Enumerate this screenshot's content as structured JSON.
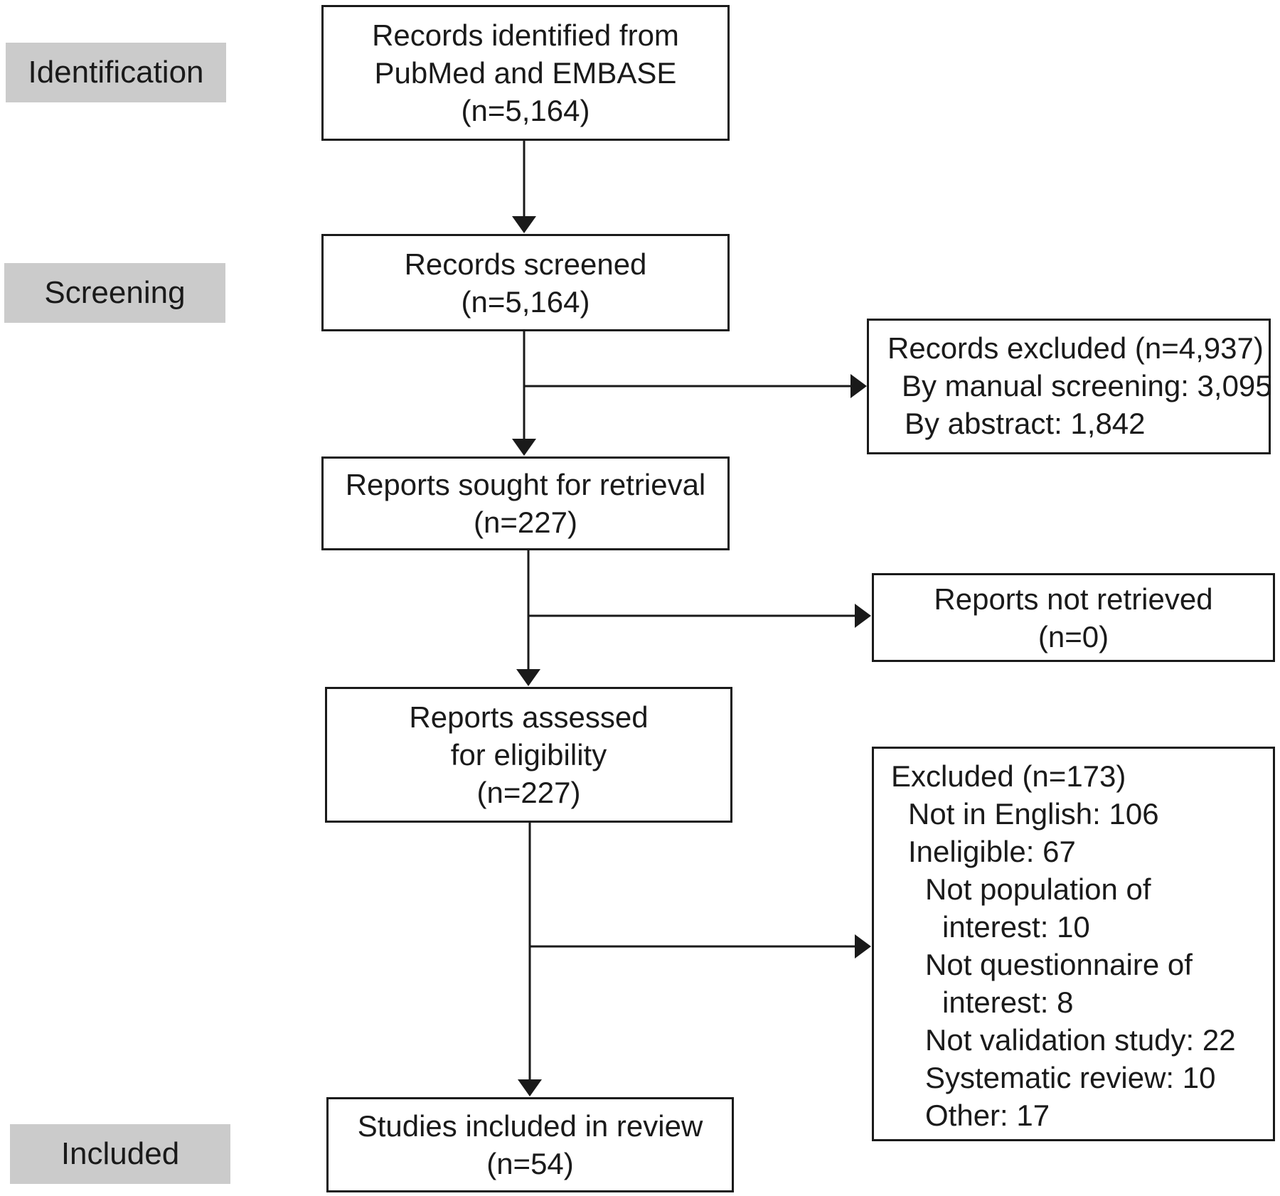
{
  "phases": {
    "identification": "Identification",
    "screening": "Screening",
    "included": "Included"
  },
  "boxes": {
    "identified": {
      "lines": [
        "Records identified from",
        "PubMed and EMBASE",
        "(n=5,164)"
      ]
    },
    "screened": {
      "lines": [
        "Records screened",
        "(n=5,164)"
      ]
    },
    "sought": {
      "lines": [
        "Reports sought for retrieval",
        "(n=227)"
      ]
    },
    "assessed": {
      "lines": [
        "Reports assessed",
        "for eligibility",
        "(n=227)"
      ]
    },
    "included_studies": {
      "lines": [
        "Studies included in review",
        "(n=54)"
      ]
    },
    "records_excluded": {
      "lines": [
        "Records excluded (n=4,937)",
        "By manual screening: 3,095",
        "By abstract: 1,842"
      ]
    },
    "not_retrieved": {
      "lines": [
        "Reports not retrieved",
        "(n=0)"
      ]
    },
    "excluded": {
      "lines": [
        "Excluded (n=173)",
        "Not in English: 106",
        "Ineligible: 67",
        "Not population of",
        "interest: 10",
        "Not questionnaire of",
        "interest: 8",
        "Not validation study: 22",
        "Systematic review: 10",
        "Other: 17"
      ]
    }
  }
}
